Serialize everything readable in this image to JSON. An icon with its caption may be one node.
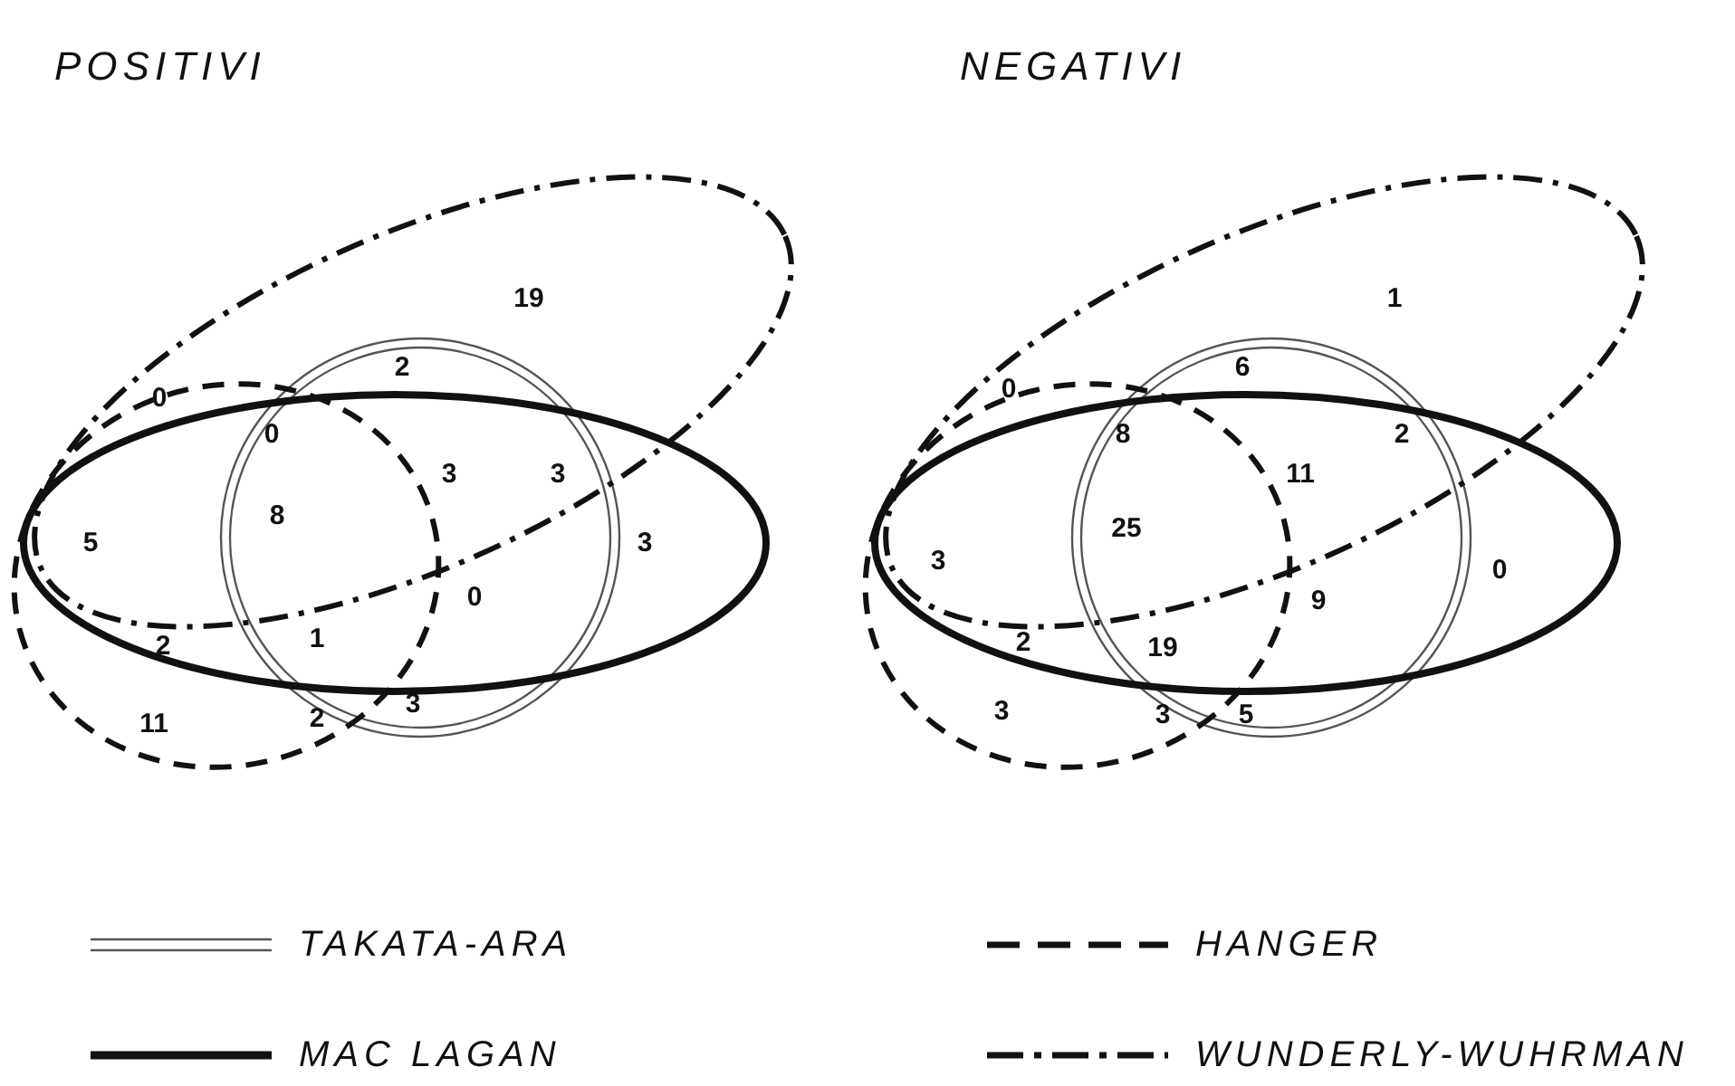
{
  "diagram": {
    "labels": [
      "POSITIVI",
      "NEGATIVI",
      "19",
      "0",
      "0",
      "2",
      "3",
      "3",
      "8",
      "5",
      "3",
      "0",
      "2",
      "1",
      "11",
      "2",
      "3",
      "1",
      "0",
      "8",
      "6",
      "2",
      "11",
      "25",
      "3",
      "0",
      "9",
      "2",
      "19",
      "3",
      "3",
      "5"
    ],
    "legend": [
      {
        "text": "TAKATA-ARA"
      },
      {
        "text": "HANGER"
      },
      {
        "text": "MAC LAGAN"
      },
      {
        "text": "WUNDERLY-WUHRMAN"
      }
    ]
  }
}
